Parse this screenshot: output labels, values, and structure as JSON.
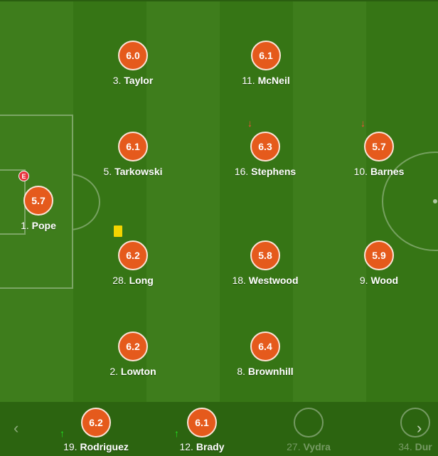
{
  "pitch": {
    "players": [
      {
        "rating": "6.0",
        "number": "3.",
        "name": "Taylor"
      },
      {
        "rating": "6.1",
        "number": "11.",
        "name": "McNeil"
      },
      {
        "rating": "6.1",
        "number": "5.",
        "name": "Tarkowski"
      },
      {
        "rating": "6.3",
        "number": "16.",
        "name": "Stephens"
      },
      {
        "rating": "5.7",
        "number": "10.",
        "name": "Barnes"
      },
      {
        "rating": "5.7",
        "number": "1.",
        "name": "Pope"
      },
      {
        "rating": "6.2",
        "number": "28.",
        "name": "Long"
      },
      {
        "rating": "5.8",
        "number": "18.",
        "name": "Westwood"
      },
      {
        "rating": "5.9",
        "number": "9.",
        "name": "Wood"
      },
      {
        "rating": "6.2",
        "number": "2.",
        "name": "Lowton"
      },
      {
        "rating": "6.4",
        "number": "8.",
        "name": "Brownhill"
      }
    ],
    "badge": "E"
  },
  "bench": {
    "players": [
      {
        "rating": "6.2",
        "number": "19.",
        "name": "Rodriguez"
      },
      {
        "rating": "6.1",
        "number": "12.",
        "name": "Brady"
      },
      {
        "number": "27.",
        "name": "Vydra"
      },
      {
        "number": "34.",
        "name": "Dur"
      }
    ],
    "prev_icon": "‹",
    "next_icon": "›"
  },
  "colors": {
    "rating_bg": "#e55a1c",
    "sub_off": "#ff4d3a",
    "sub_on": "#22e022",
    "yellow_card": "#f4d400"
  }
}
